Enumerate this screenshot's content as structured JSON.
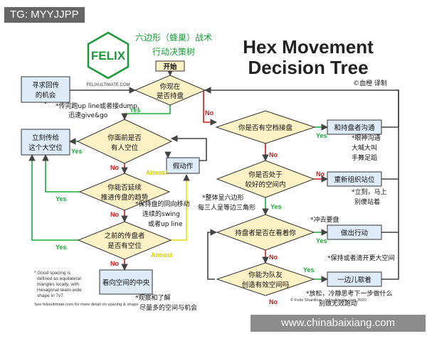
{
  "watermark_top": "TG: MYYJJPP",
  "watermark_bottom": "www.chinabaixiang.com",
  "logo": {
    "text": "FELIX",
    "caption": "FELIXULTIMATE.COM"
  },
  "title": {
    "line1": "Hex Movement",
    "line2": "Decision Tree",
    "cn1": "六边形（蜂巢）战术",
    "cn2": "行动决策树",
    "credit": "©血橙 译制"
  },
  "nodes": {
    "start": "开始",
    "d_holding": [
      "你现在",
      "是否持盘"
    ],
    "seek_pass": [
      "寻求回传",
      "的机会"
    ],
    "d_space_front": [
      "你面前是否",
      "有人空位"
    ],
    "pass_space": [
      "立刻传给",
      "这个大空位"
    ],
    "fake": "假动作",
    "d_extend": [
      "你能否延续",
      "推进传盘的趋势"
    ],
    "d_prev_space": [
      "之前的传盘者",
      "是否有空位"
    ],
    "look_space": "看向空间的中央",
    "d_open_space": "你是否有空档接盘",
    "talk": "和持盘者沟通",
    "d_good_pos": [
      "你是否处于",
      "较好的空间内"
    ],
    "reset": "重新组织站位",
    "d_look_you": "持盘者是否在看着你",
    "cut": "做出行动",
    "d_team_space": [
      "你能为队友",
      "创造有效空间吗"
    ],
    "aside": "一边儿歇着"
  },
  "labels": {
    "yes": "Yes",
    "no": "No",
    "almost": "Almost"
  },
  "notes": {
    "hold_note": [
      "*传完跑up line或者接dump,",
      "迅速give&go"
    ],
    "talk_note": [
      "*眼神沟通",
      "大喊大叫",
      "手舞足蹈"
    ],
    "reset_note": [
      "*立刻，马上",
      "别傻站着"
    ],
    "swing_note": [
      "*保持盘的同向移动",
      "连续的swing",
      "或者up line"
    ],
    "hex_note": [
      "*整体呈六边形",
      "每三人呈等边三角形"
    ],
    "cut_note": "*冲去要盘",
    "clear_note": "*保持或者清开更大空间",
    "relax_note": [
      "*放松，冷静思考下一步做什么",
      "别做无效跑动"
    ],
    "observe_note": [
      "*观察和了解",
      "尽量多的空间与机会"
    ],
    "spacing_note": [
      "* Good spacing is",
      "defined as equilateral",
      "triangles locally, with",
      "Hexagonal team-wide",
      "shape in 7v7."
    ],
    "see_more": "See felixultimate.com for more detail on spacing & shape.",
    "footer_credit": "© Felix Shardlow - felixultimate.com 2020"
  }
}
